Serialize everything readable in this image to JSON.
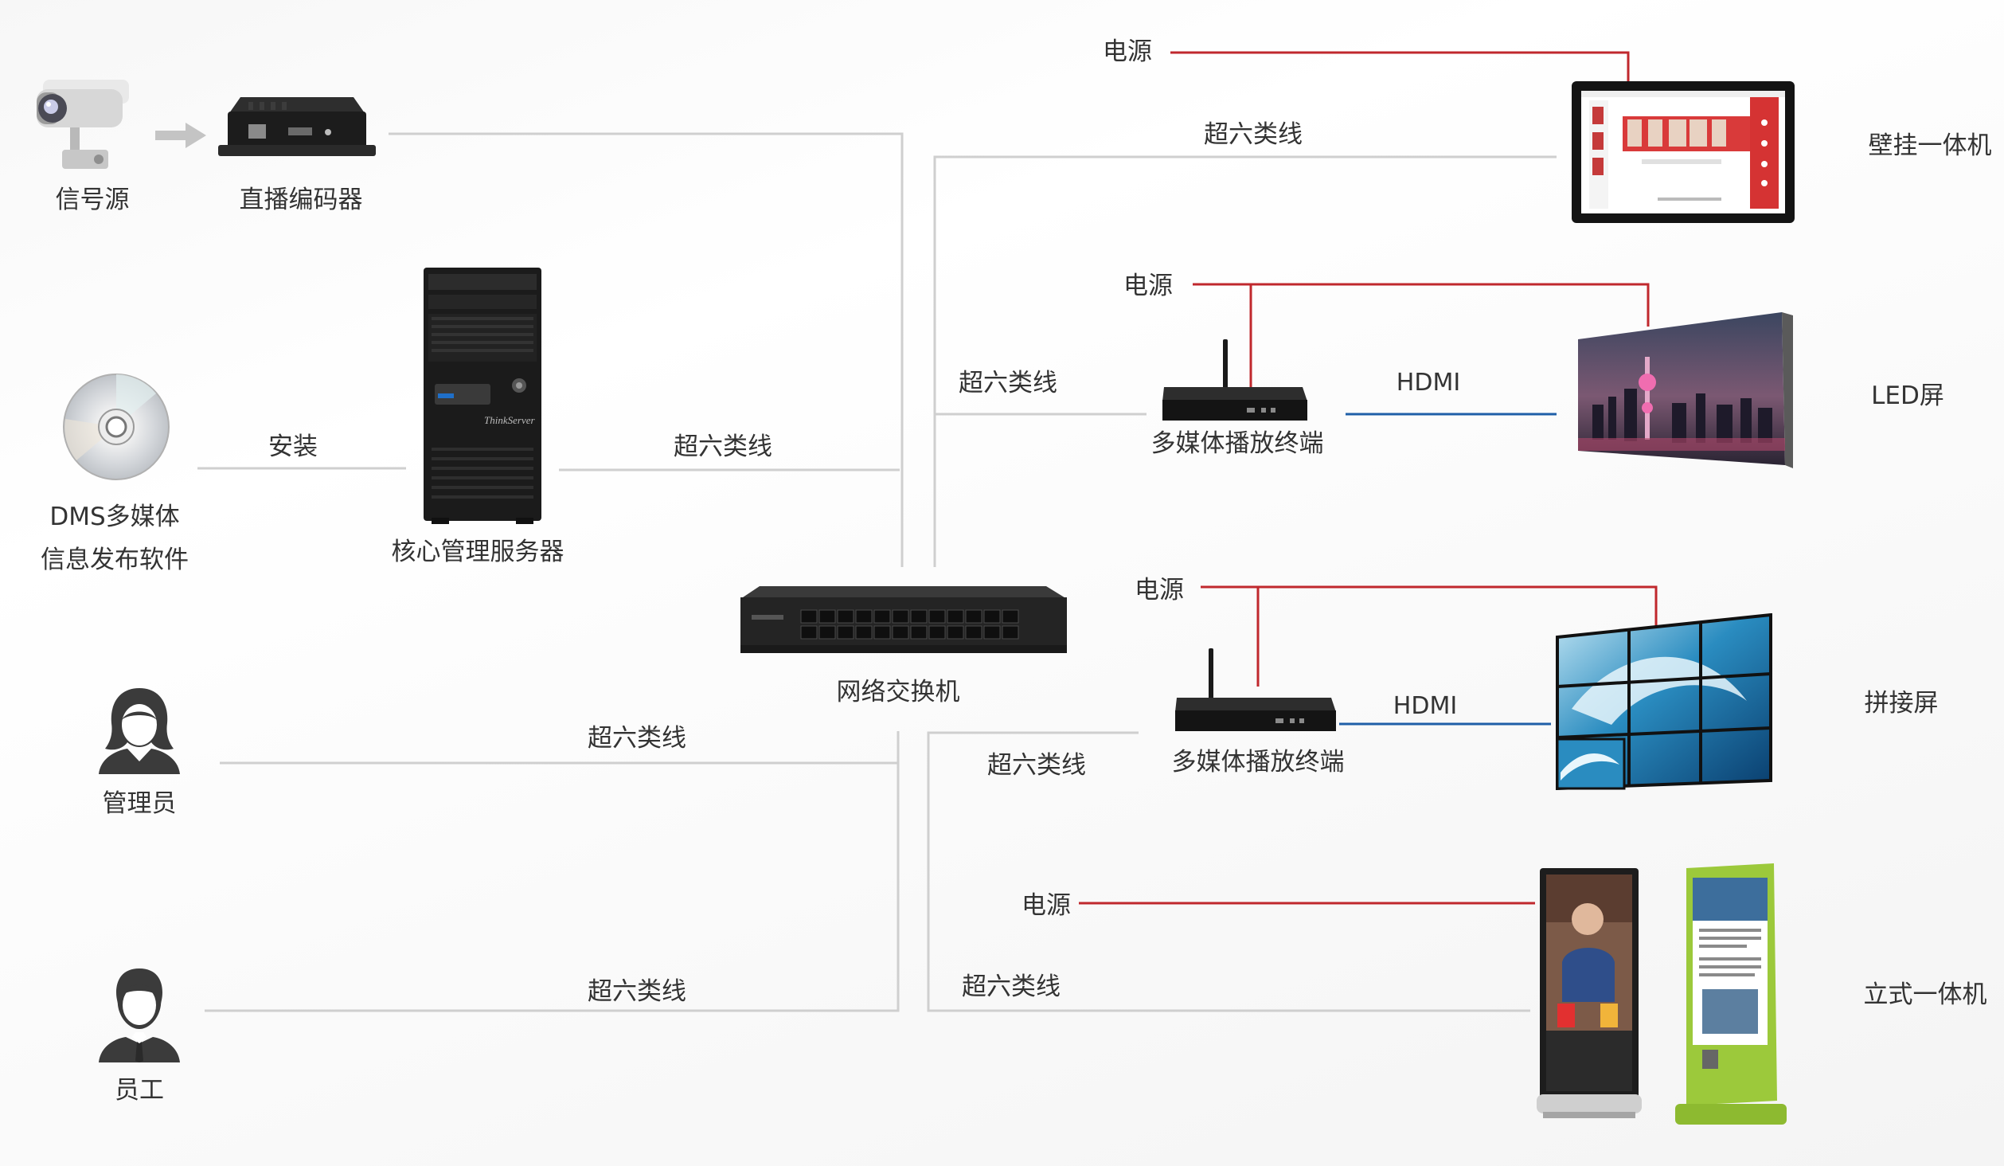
{
  "sources": {
    "signal_source": "信号源",
    "encoder": "直播编码器",
    "dms_line1": "DMS多媒体",
    "dms_line2": "信息发布软件",
    "install": "安装",
    "server": "核心管理服务器",
    "admin": "管理员",
    "staff": "员工",
    "server_cable": "超六类线",
    "admin_cable": "超六类线",
    "staff_cable": "超六类线"
  },
  "switch": {
    "label": "网络交换机"
  },
  "terminals": {
    "wall": {
      "power": "电源",
      "cable": "超六类线",
      "label": "壁挂一体机"
    },
    "led": {
      "power": "电源",
      "cable": "超六类线",
      "player": "多媒体播放终端",
      "hdmi": "HDMI",
      "label": "LED屏"
    },
    "splice": {
      "power": "电源",
      "cable": "超六类线",
      "player": "多媒体播放终端",
      "hdmi": "HDMI",
      "label": "拼接屏"
    },
    "kiosk": {
      "power": "电源",
      "cable": "超六类线",
      "label": "立式一体机"
    }
  },
  "colors": {
    "power": "#c0282d",
    "hdmi": "#1f5fa8",
    "ethernet": "#cfcfcf"
  }
}
